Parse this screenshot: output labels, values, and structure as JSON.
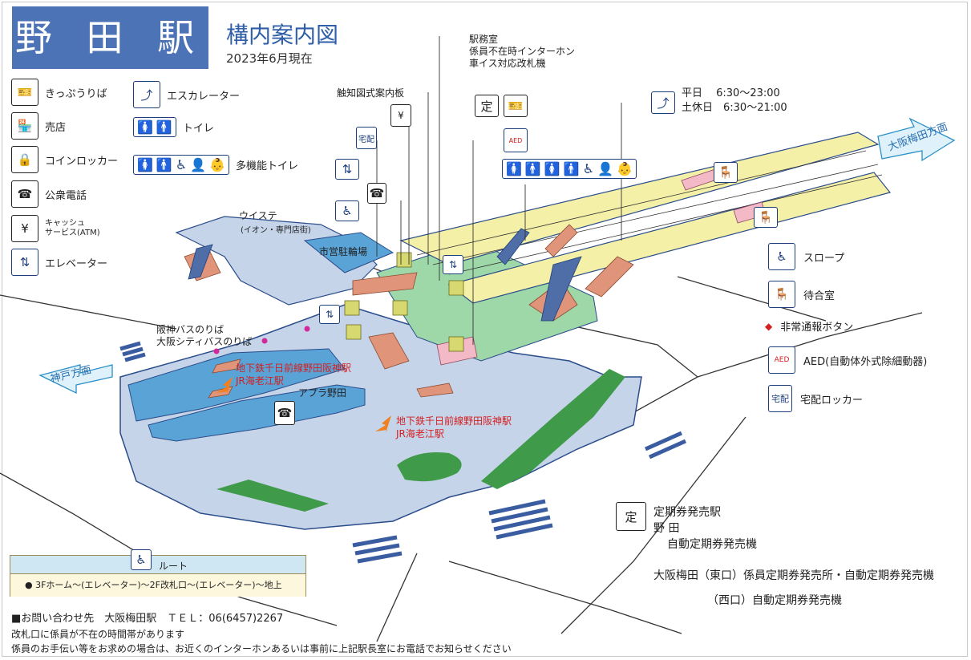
{
  "header": {
    "station_name": "野 田 駅",
    "subtitle": "構内案内図",
    "as_of": "2023年6月現在"
  },
  "legend_left": [
    {
      "icon": "ticket-vending-icon",
      "label": "きっぷうりば"
    },
    {
      "icon": "shop-icon",
      "label": "売店"
    },
    {
      "icon": "coin-locker-icon",
      "label": "コインロッカー"
    },
    {
      "icon": "public-phone-icon",
      "label": "公衆電話"
    },
    {
      "icon": "atm-icon",
      "label": "キャッシュ\nサービス(ATM)"
    },
    {
      "icon": "elevator-icon",
      "label": "エレベーター"
    }
  ],
  "legend_mid": [
    {
      "icon": "escalator-icon",
      "label": "エスカレーター"
    },
    {
      "icon": "toilet-icon",
      "label": "トイレ"
    },
    {
      "icon": "multipurpose-toilet-icon",
      "label": "多機能トイレ"
    }
  ],
  "legend_right": [
    {
      "icon": "slope-icon",
      "label": "スロープ"
    },
    {
      "icon": "waiting-room-icon",
      "label": "待合室"
    },
    {
      "icon": "emergency-button-icon",
      "label": "非常通報ボタン"
    },
    {
      "icon": "aed-icon",
      "label": "AED(自動体外式除細動器)"
    },
    {
      "icon": "delivery-locker-icon",
      "label": "宅配ロッカー"
    }
  ],
  "station_office": {
    "line1": "駅務室",
    "line2": "係員不在時インターホン",
    "line3": "車イス対応改札機"
  },
  "escalator_hours": {
    "weekday": "平日　 6:30～23:00",
    "holiday": "土休日　6:30～21:00"
  },
  "map_labels": {
    "tactile_map": "触知図式案内板",
    "uisute": "ウイステ",
    "uisute_sub": "(イオン・専門店街)",
    "bicycle_parking": "市営駐輪場",
    "hanshin_bus": "阪神バスのりば",
    "osaka_city_bus": "大阪シティバスのりば",
    "subway_exit_1": "地下鉄千日前線野田阪神駅",
    "jr_exit_1": "JR海老江駅",
    "subway_exit_2": "地下鉄千日前線野田阪神駅",
    "jr_exit_2": "JR海老江駅",
    "apura_noda": "アプラ野田",
    "to_umeda": "大阪梅田方面",
    "to_kobe": "神戸方面"
  },
  "pass_info": {
    "title": "定期券発売駅",
    "station": "野 田",
    "machine": "自動定期券発売機",
    "umeda_east": "大阪梅田（東口）係員定期券発売所・自動定期券発売機",
    "umeda_west": "（西口）自動定期券発売機"
  },
  "route": {
    "title": "ルート",
    "description": "● 3Fホーム～(エレベーター)～2F改札口～(エレベーター)～地上"
  },
  "contact": {
    "text": "■お問い合わせ先　大阪梅田駅　ＴＥＬ：06(6457)2267"
  },
  "notes": [
    "改札口に係員が不在の時間帯があります",
    "係員のお手伝い等をお求めの場合は、お近くのインターホンあるいは事前に上記駅長室にお電話でお知らせください"
  ],
  "colors": {
    "title_bg": "#4c73b6",
    "platform": "#f5f0a8",
    "concourse": "#9fc7e6",
    "ground": "#c6d4ea",
    "green": "#3f9a4a",
    "stairs": "#e0957a",
    "elevator": "#d8d870",
    "accent_red": "#d42020"
  }
}
